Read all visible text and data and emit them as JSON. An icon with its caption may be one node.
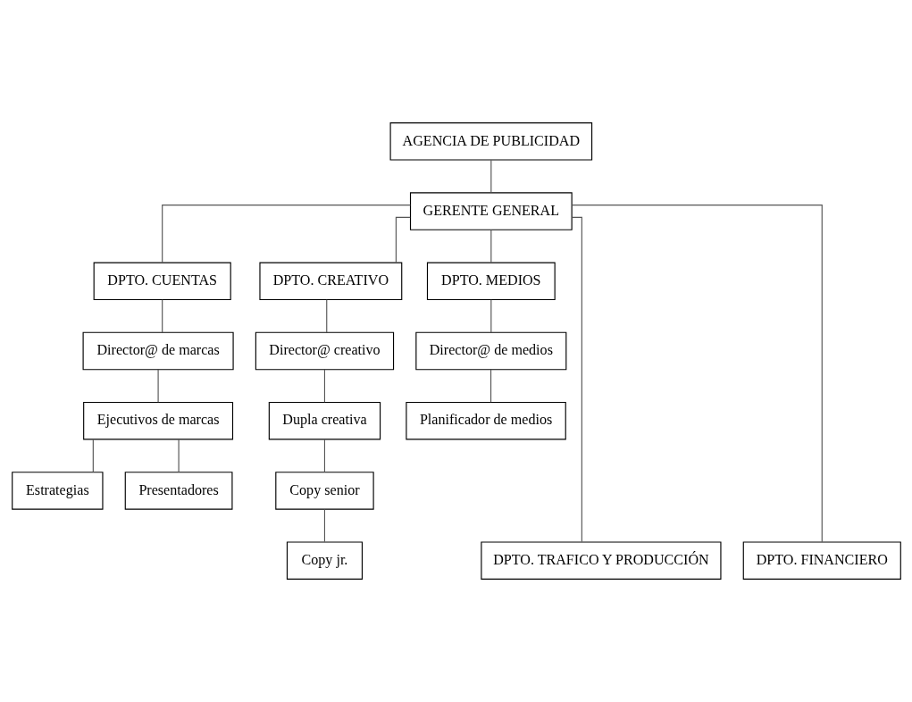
{
  "diagram": {
    "nodes": [
      {
        "text": [
          "AGENCIA DE PUBLICIDAD"
        ]
      },
      {
        "text": [
          "GERENTE GENERAL"
        ]
      },
      {
        "text": [
          "DPTO. CUENTAS"
        ]
      },
      {
        "text": [
          "DPTO. CREATIVO"
        ]
      },
      {
        "text": [
          "DPTO. MEDIOS"
        ]
      },
      {
        "text": [
          "Director@ de marcas"
        ]
      },
      {
        "text": [
          "Director@ creativo"
        ]
      },
      {
        "text": [
          "Director@ de medios"
        ]
      },
      {
        "text": [
          "Ejecutivos de marcas"
        ]
      },
      {
        "text": [
          "Dupla creativa"
        ]
      },
      {
        "text": [
          "Planificador de medios"
        ]
      },
      {
        "text": [
          "Estrategias"
        ]
      },
      {
        "text": [
          "Presentadores"
        ]
      },
      {
        "text": [
          "Copy senior"
        ]
      },
      {
        "text": [
          "Copy jr."
        ]
      },
      {
        "text": [
          "DPTO. TRAFICO Y PRODUCCIÓN"
        ]
      },
      {
        "text": [
          "DPTO. FINANCIERO"
        ]
      }
    ],
    "edges": [
      {
        "from": 0,
        "to": 1,
        "arrow": "none"
      },
      {
        "from": 1,
        "to": 2,
        "arrow": "none"
      },
      {
        "from": 1,
        "to": 15,
        "arrow": "none"
      },
      {
        "from": 1,
        "to": 3,
        "arrow": "none"
      },
      {
        "from": 1,
        "to": 16,
        "arrow": "none"
      },
      {
        "from": 1,
        "to": 4,
        "arrow": "none"
      },
      {
        "from": 2,
        "to": 5,
        "arrow": "none"
      },
      {
        "from": 5,
        "to": 8,
        "arrow": "none"
      },
      {
        "from": 8,
        "to": 11,
        "arrow": "none"
      },
      {
        "from": 8,
        "to": 12,
        "arrow": "none"
      },
      {
        "from": 3,
        "to": 6,
        "arrow": "none"
      },
      {
        "from": 6,
        "to": 9,
        "arrow": "none"
      },
      {
        "from": 9,
        "to": 13,
        "arrow": "none"
      },
      {
        "from": 13,
        "to": 14,
        "arrow": "none"
      },
      {
        "from": 4,
        "to": 7,
        "arrow": "none"
      },
      {
        "from": 7,
        "to": 10,
        "arrow": "none"
      }
    ]
  }
}
